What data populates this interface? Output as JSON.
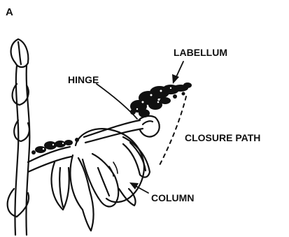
{
  "figure": {
    "panel_letter": "A",
    "labels": {
      "labellum": "LABELLUM",
      "hinge": "HINGE",
      "closure_path": "CLOSURE PATH",
      "column": "COLUMN"
    },
    "ink_color": "#111111",
    "background_color": "#ffffff"
  }
}
